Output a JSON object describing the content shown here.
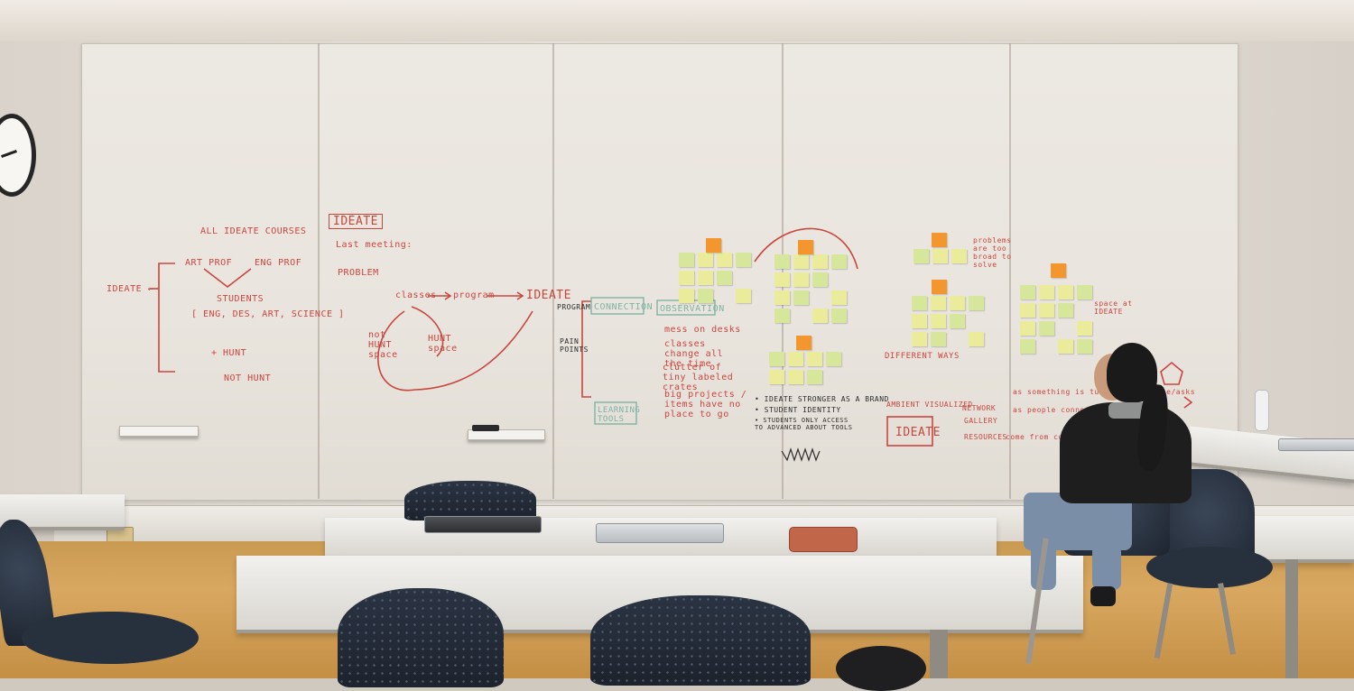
{
  "whiteboard": {
    "left_panel": {
      "all_ideate_courses": "ALL IDEATE COURSES",
      "art_prof": "ART PROF",
      "eng_prof": "ENG PROF",
      "ideate_arrow": "IDEATE ←",
      "students": "STUDENTS",
      "students_fields": "[ ENG, DES, ART, SCIENCE ]",
      "hunt": "+ HUNT",
      "not_hunt": "NOT HUNT"
    },
    "middle_panel": {
      "ideate_box": "IDEATE",
      "last_meeting": "Last meeting:",
      "problem": "PROBLEM",
      "flow_classes": "classes",
      "flow_program": "program",
      "flow_ideate": "IDEATE",
      "not_hunt_space": "not HUNT space",
      "hunt_space": "HUNT space",
      "program_label": "PROGRAM",
      "connection": "CONNECTION",
      "observation": "OBSERVATION",
      "pain_points": "PAIN POINTS",
      "learning_tools": "LEARNING TOOLS",
      "mess_on_desks": "mess on desks",
      "classes_change": "classes change all the time",
      "clutter": "clutter of tiny labeled crates",
      "big_projects": "big projects / items have no place to go",
      "ideate_stronger": "• IDEATE STRONGER AS A BRAND",
      "student_identity": "• STUDENT IDENTITY",
      "student_access": "• STUDENTS ONLY ACCESS TO ADVANCED ABOUT TOOLS"
    },
    "right_panel": {
      "problems_too_broad": "problems are too broad to solve",
      "different_ways": "DIFFERENT WAYS",
      "space_at_ideate": "space at IDEATE",
      "as_something": "as something is turned on for use/asks",
      "as_people": "as people connect but …",
      "ambient_visualized": "AMBIENT VISUALIZED",
      "network": "NETWORK",
      "gallery": "GALLERY",
      "resources": "RESOURCES",
      "come_from": "come from connected",
      "ideate_sketch": "IDEATE"
    }
  },
  "room": {
    "objects": [
      "wall-clock",
      "whiteboard",
      "tables",
      "chairs",
      "laptops",
      "person-seated"
    ]
  },
  "colors": {
    "marker_red": "#c9463d",
    "sticky_yellow": "#eaec9c",
    "sticky_green": "#d6e79c",
    "sticky_orange": "#f3962d",
    "floor": "#d9a860",
    "chair": "#27303d"
  }
}
